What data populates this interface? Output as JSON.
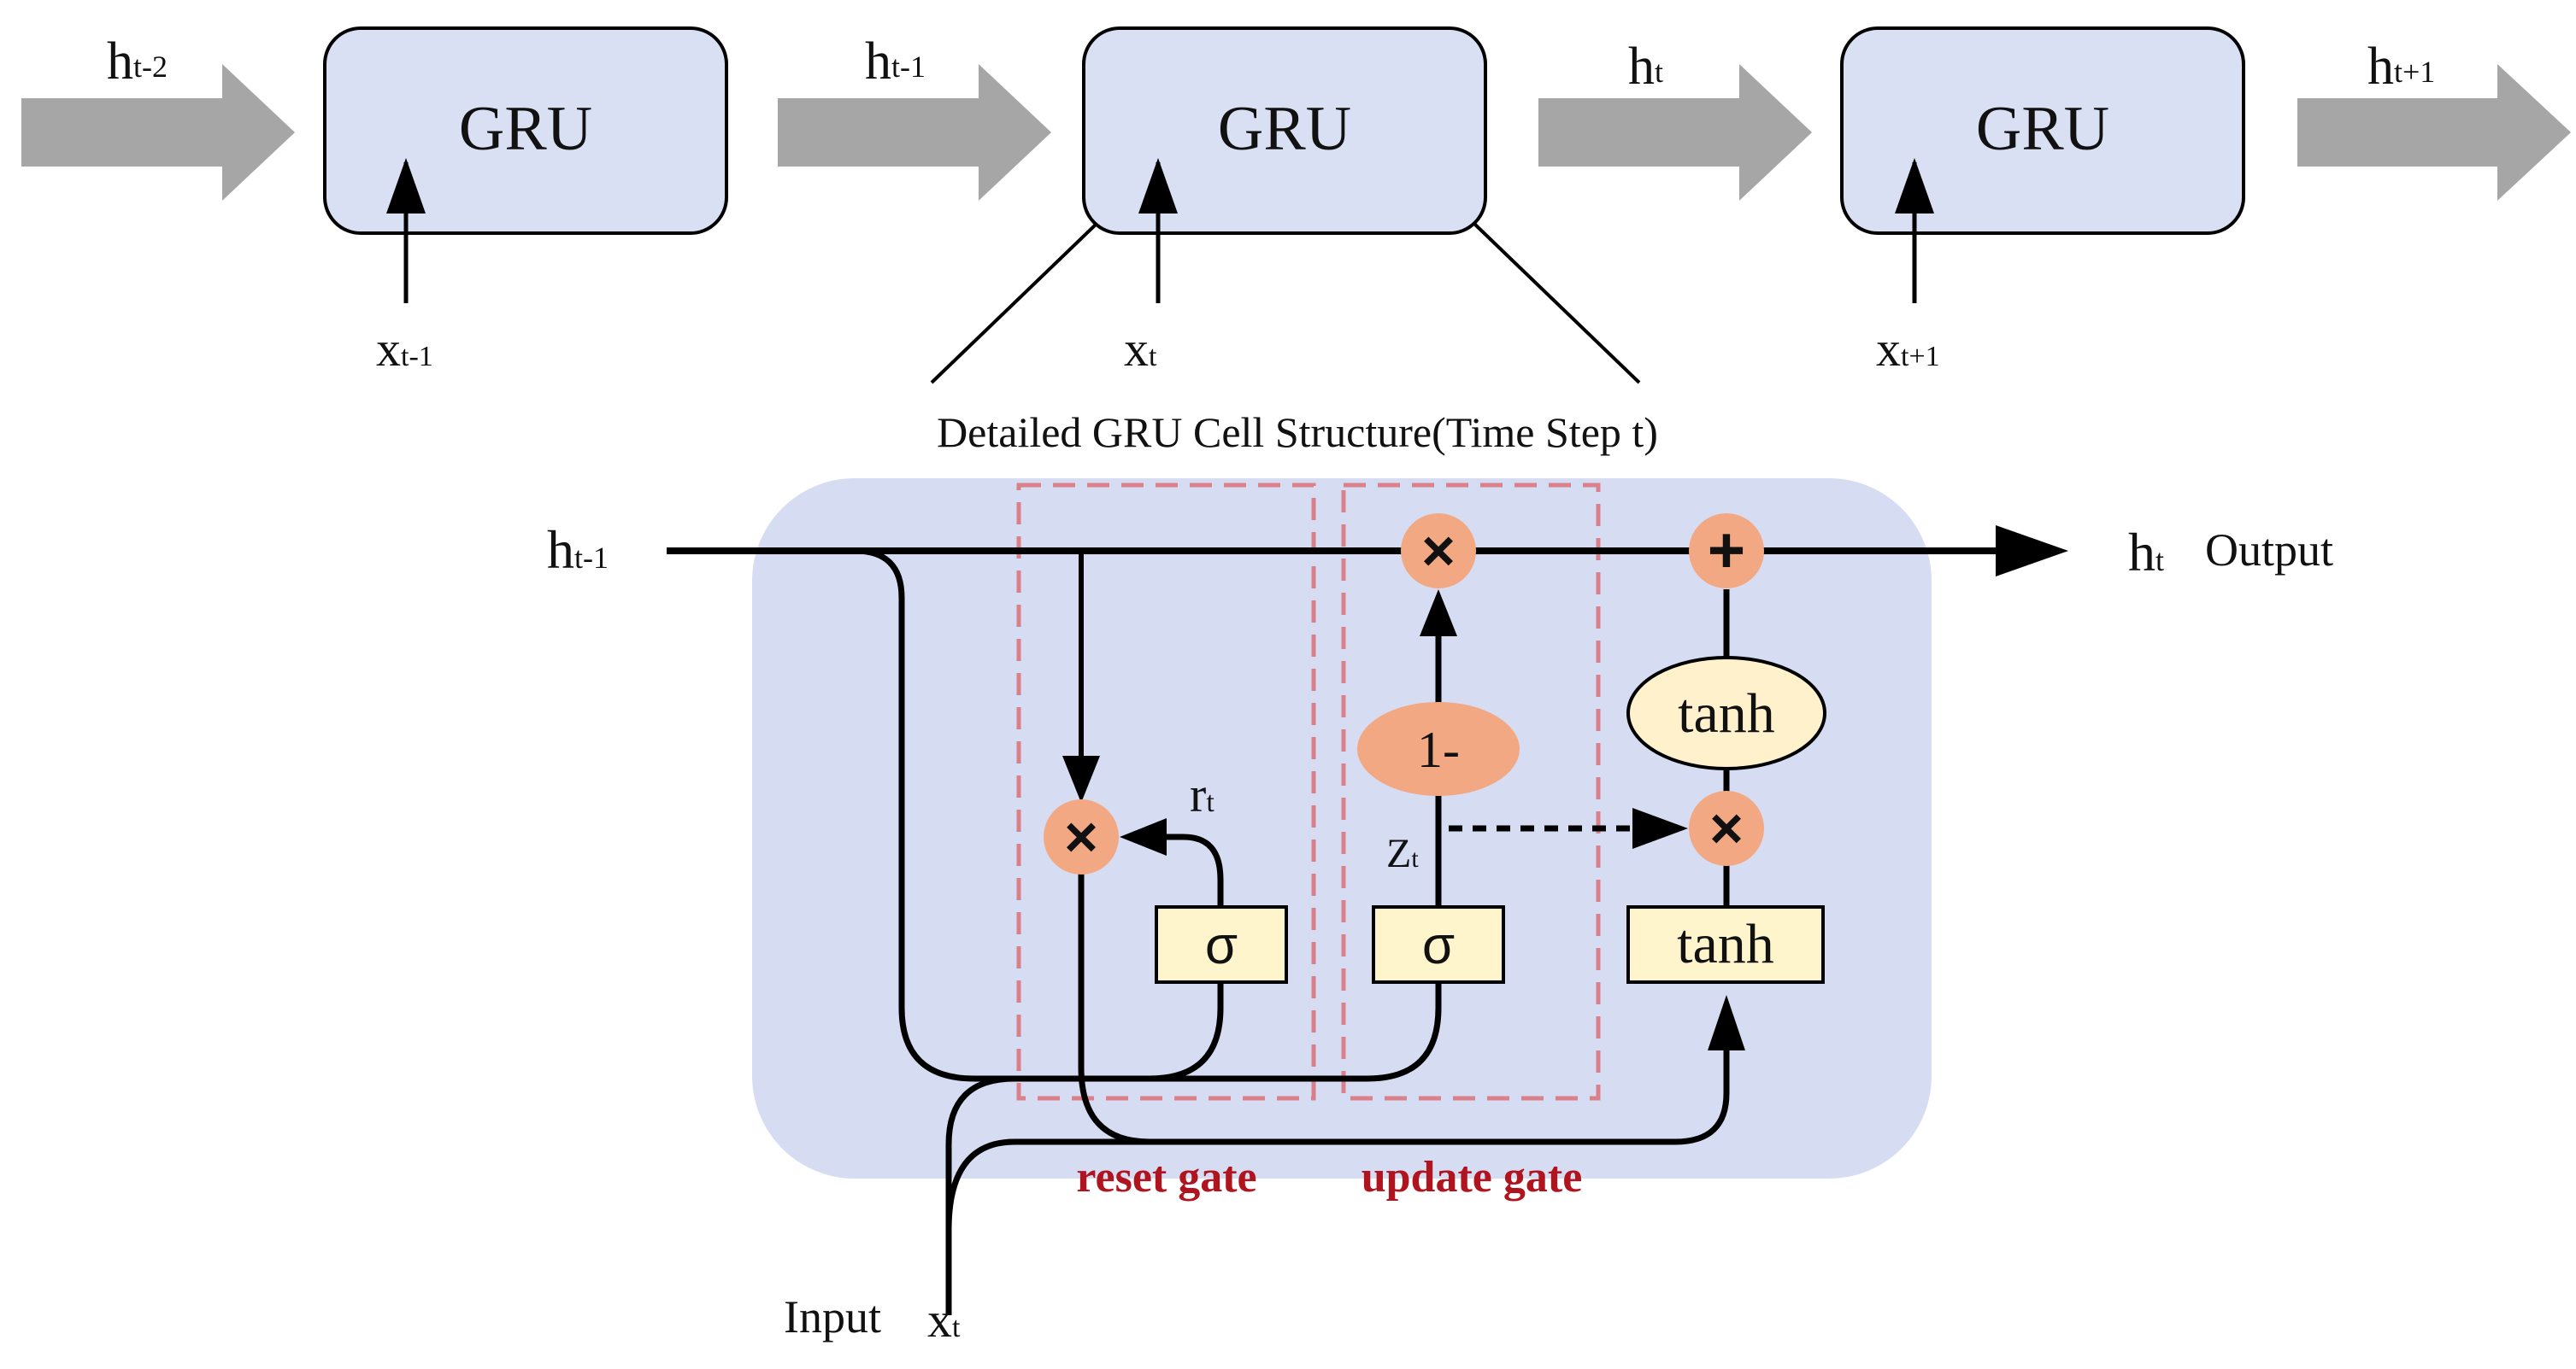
{
  "colors": {
    "cell_fill": "#d9e0f4",
    "detail_fill": "#d6ddf3",
    "wire": "#000000",
    "flow_arrow": "#a6a6a6",
    "op_node": "#f2a983",
    "activation_box": "#fff5cc",
    "tanh_oval": "#fff1cc",
    "gate_border": "#d9808a",
    "gate_label": "#b0141e"
  },
  "chain": {
    "cells": [
      {
        "label": "GRU",
        "input": "x",
        "input_sub": "t-1"
      },
      {
        "label": "GRU",
        "input": "x",
        "input_sub": "t"
      },
      {
        "label": "GRU",
        "input": "x",
        "input_sub": "t+1"
      }
    ],
    "states": [
      {
        "base": "h",
        "sub": "t-2"
      },
      {
        "base": "h",
        "sub": "t-1"
      },
      {
        "base": "h",
        "sub": "t"
      },
      {
        "base": "h",
        "sub": "t+1"
      }
    ]
  },
  "detail": {
    "title": "Detailed GRU Cell Structure(Time Step t)",
    "prev_state": {
      "base": "h",
      "sub": "t-1"
    },
    "out_state": {
      "base": "h",
      "sub": "t"
    },
    "output_label": "Output",
    "input_label": "Input",
    "input_var": {
      "base": "x",
      "sub": "t"
    },
    "reset_signal": {
      "base": "r",
      "sub": "t"
    },
    "update_signal": {
      "base": "Z",
      "sub": "t"
    },
    "sigma": "σ",
    "multiply": "×",
    "add": "+",
    "one_minus": "1-",
    "tanh_box": "tanh",
    "tanh_oval": "tanh",
    "reset_gate": "reset gate",
    "update_gate": "update gate"
  }
}
